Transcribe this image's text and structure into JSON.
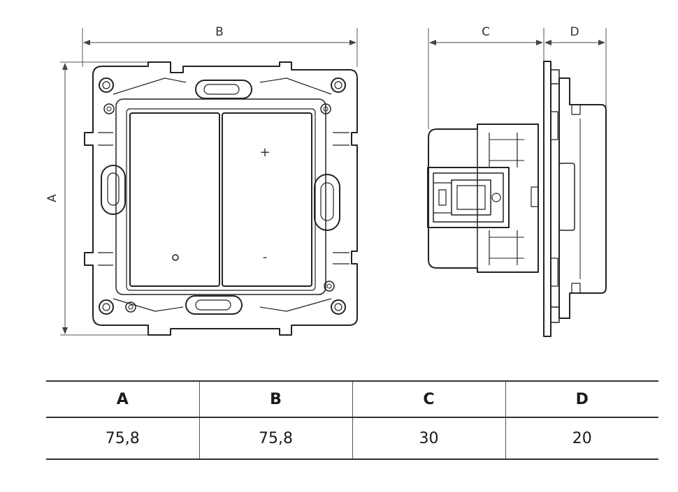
{
  "drawing": {
    "front_view": {
      "dimension_labels": {
        "height": "A",
        "width": "B"
      },
      "button_symbols": {
        "plus": "+",
        "minus": "-",
        "circle": "o"
      }
    },
    "side_view": {
      "dimension_labels": {
        "body_depth": "C",
        "front_depth": "D"
      }
    }
  },
  "table": {
    "headers": [
      "A",
      "B",
      "C",
      "D"
    ],
    "values": [
      "75,8",
      "75,8",
      "30",
      "20"
    ]
  }
}
